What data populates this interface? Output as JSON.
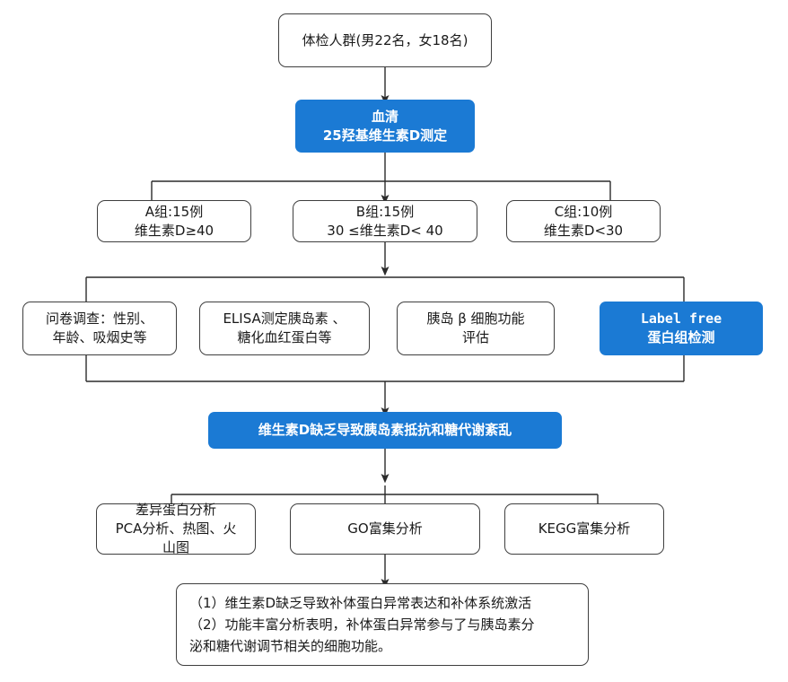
{
  "figure": {
    "type": "flowchart",
    "title": "维生素D与蛋白组学研究流程图",
    "accent_color": "#1b7ad4",
    "line_color": "#3f3f3f",
    "text_color": "#1a1a1a"
  },
  "nodes": {
    "cohort": {
      "label": "体检人群(男22名，女18名)",
      "style": "plain"
    },
    "serum_assay": {
      "label": "血清\n25羟基维生素D测定",
      "style": "accent"
    },
    "group_a": {
      "label": "A组:15例\n维生素D≥40",
      "style": "plain"
    },
    "group_b": {
      "label": "B组:15例\n30 ≤维生素D< 40",
      "style": "plain"
    },
    "group_c": {
      "label": "C组:10例\n维生素D<30",
      "style": "plain"
    },
    "questionnaire": {
      "label": "问卷调查：性别、\n年龄、吸烟史等",
      "style": "plain"
    },
    "elisa": {
      "label": "ELISA测定胰岛素 、\n糖化血红蛋白等",
      "style": "plain"
    },
    "beta_cell": {
      "label": "胰岛 β 细胞功能\n评估",
      "style": "plain"
    },
    "label_free": {
      "label": "Label free\n蛋白组检测",
      "style": "accent"
    },
    "finding": {
      "label": "维生素D缺乏导致胰岛素抵抗和糖代谢紊乱",
      "style": "accent"
    },
    "diff_protein": {
      "label": "差异蛋白分析\nPCA分析、热图、火\n山图",
      "style": "plain"
    },
    "go_enrichment": {
      "label": "GO富集分析",
      "style": "plain"
    },
    "kegg_enrichment": {
      "label": "KEGG富集分析",
      "style": "plain"
    },
    "conclusion": {
      "label": "（1）维生素D缺乏导致补体蛋白异常表达和补体系统激活\n（2）功能丰富分析表明，补体蛋白异常参与了与胰岛素分\n泌和糖代谢调节相关的细胞功能。",
      "style": "plain"
    }
  }
}
